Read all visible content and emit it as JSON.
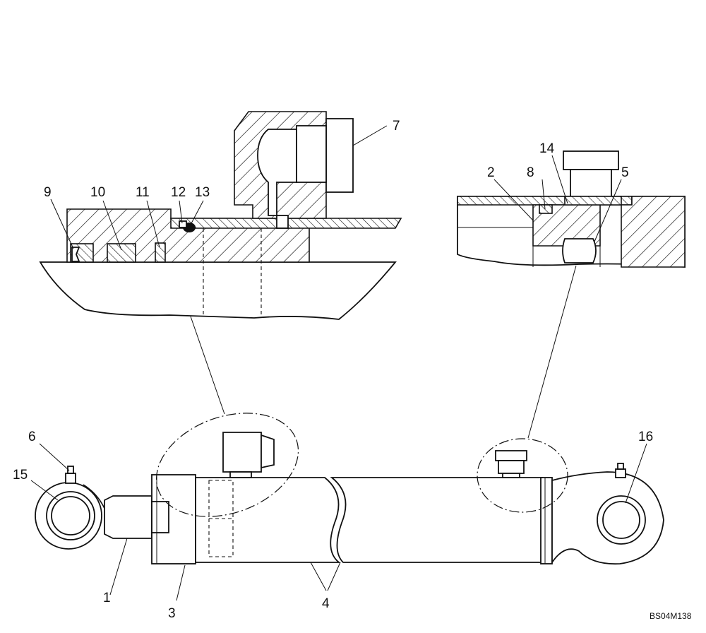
{
  "callouts": {
    "c1": "1",
    "c2": "2",
    "c3": "3",
    "c4": "4",
    "c5": "5",
    "c6": "6",
    "c7": "7",
    "c8": "8",
    "c9": "9",
    "c10": "10",
    "c11": "11",
    "c12": "12",
    "c13": "13",
    "c14": "14",
    "c15": "15",
    "c16": "16"
  },
  "drawing_code": "BS04M138"
}
